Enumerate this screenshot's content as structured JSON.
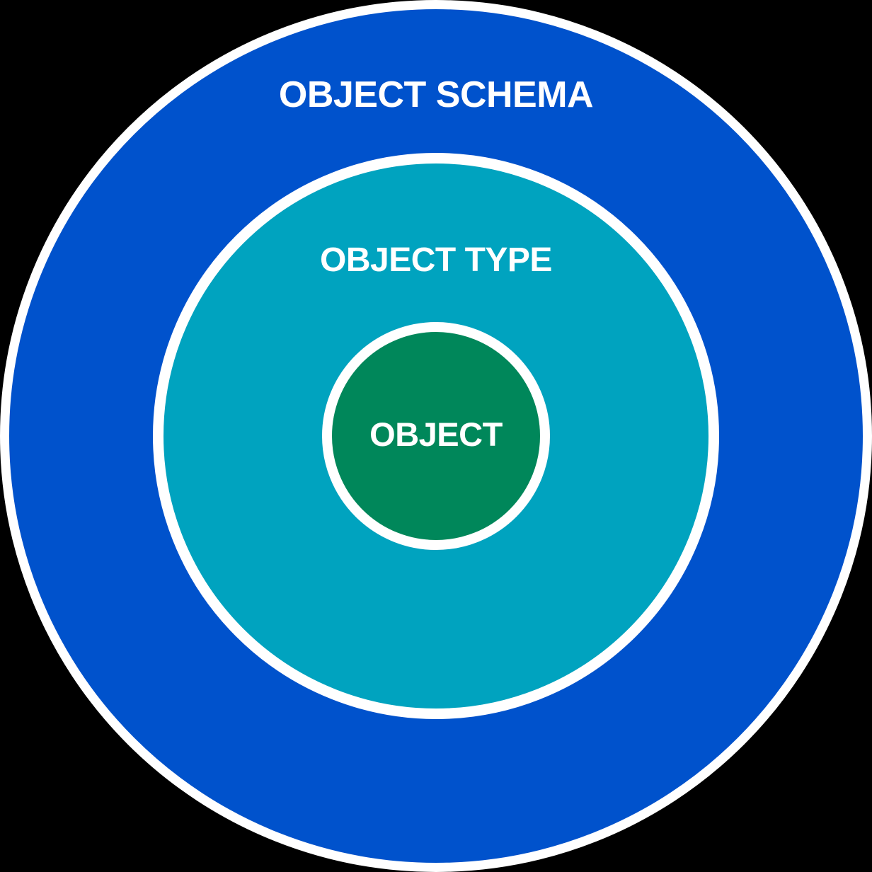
{
  "diagram": {
    "type": "concentric-circles",
    "rings": [
      {
        "label": "OBJECT SCHEMA",
        "color": "#0052CC"
      },
      {
        "label": "OBJECT TYPE",
        "color": "#00A3BF"
      },
      {
        "label": "OBJECT",
        "color": "#00875A"
      }
    ],
    "colors": {
      "stroke": "#FFFFFF",
      "text": "#FFFFFF",
      "background": "#000000"
    }
  }
}
